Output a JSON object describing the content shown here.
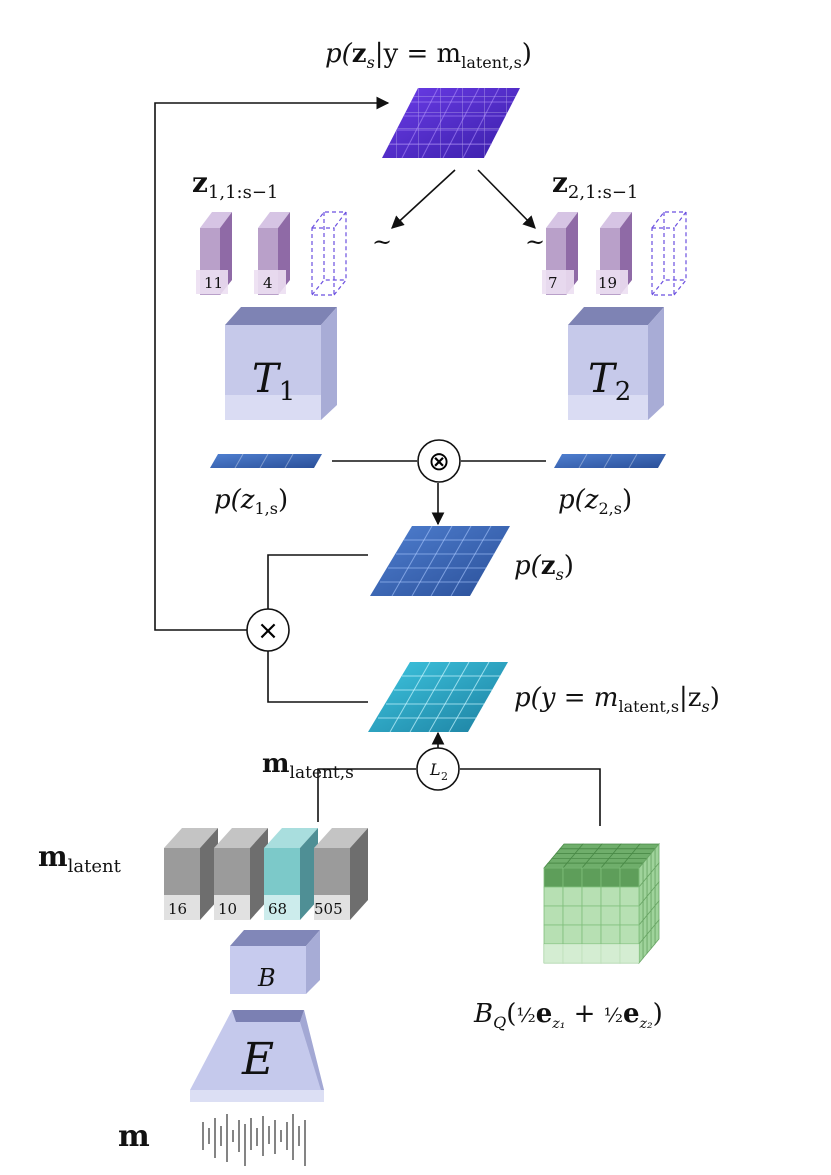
{
  "labels": {
    "top_prob": {
      "p": "p(",
      "z": "z",
      "zsub": "s",
      "mid": "|y = m",
      "msub": "latent,s",
      "close": ")"
    },
    "z1_seq": {
      "z": "z",
      "sub": "1,1:s−1"
    },
    "z2_seq": {
      "z": "z",
      "sub": "2,1:s−1"
    },
    "tilde_left": "~",
    "tilde_right": "~",
    "T1": {
      "t": "T",
      "sub": "1"
    },
    "T2": {
      "t": "T",
      "sub": "2"
    },
    "pz1": {
      "p": "p(z",
      "sub": "1,s",
      "close": ")"
    },
    "pz2": {
      "p": "p(z",
      "sub": "2,s",
      "close": ")"
    },
    "pzs": {
      "p": "p(",
      "z": "z",
      "sub": "s",
      "close": ")"
    },
    "likelihood": {
      "p": "p(y = m",
      "sub": "latent,s",
      "mid": "|z",
      "sub2": "s",
      "close": ")"
    },
    "m_latent_s": {
      "m": "m",
      "sub": "latent,s"
    },
    "m_latent": {
      "m": "m",
      "sub": "latent"
    },
    "L2": {
      "l": "L",
      "sub": "2"
    },
    "B": "B",
    "E": "E",
    "m": "m",
    "BQ": {
      "b": "B",
      "sub": "Q",
      "rest1": "(",
      "frac": "½",
      "e1": "e",
      "e1sub": "z₁",
      "plus": " + ",
      "e2": "e",
      "e2sub": "z₂",
      "close": ")"
    },
    "otimes": "⊗",
    "times": "×"
  },
  "z1_tokens": [
    "11",
    "4"
  ],
  "z2_tokens": [
    "7",
    "19"
  ],
  "latent_tokens": [
    "16",
    "10",
    "68",
    "505"
  ],
  "colors": {
    "purple_grid": "#5b2fd8",
    "blue_grid": "#3b66b8",
    "teal_grid": "#2aa9c9",
    "token_purple": "#b9a0c9",
    "token_gray": "#9b9b9b",
    "token_teal": "#7cc9c9",
    "block_lavender": "#b8bde0",
    "cube_green": "#8dc98a"
  }
}
